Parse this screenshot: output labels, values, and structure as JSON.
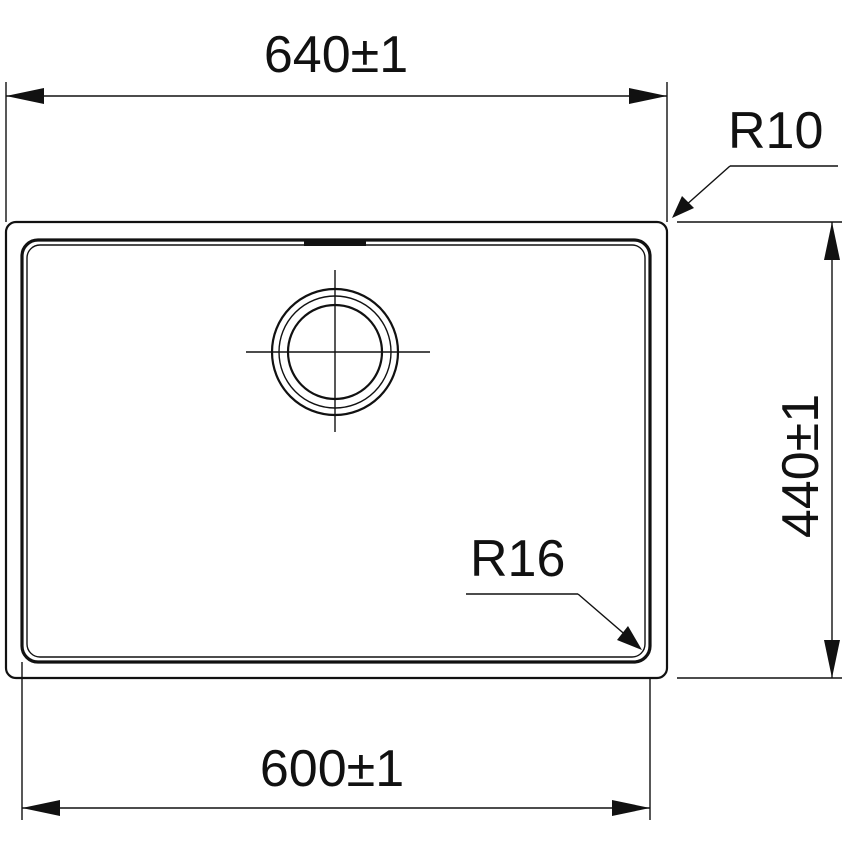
{
  "dimensions": {
    "outer_width": "640±1",
    "inner_width": "600±1",
    "outer_height": "440±1",
    "outer_corner_radius": "R10",
    "inner_corner_radius": "R16"
  },
  "colors": {
    "line": "#111111",
    "background": "#ffffff"
  }
}
